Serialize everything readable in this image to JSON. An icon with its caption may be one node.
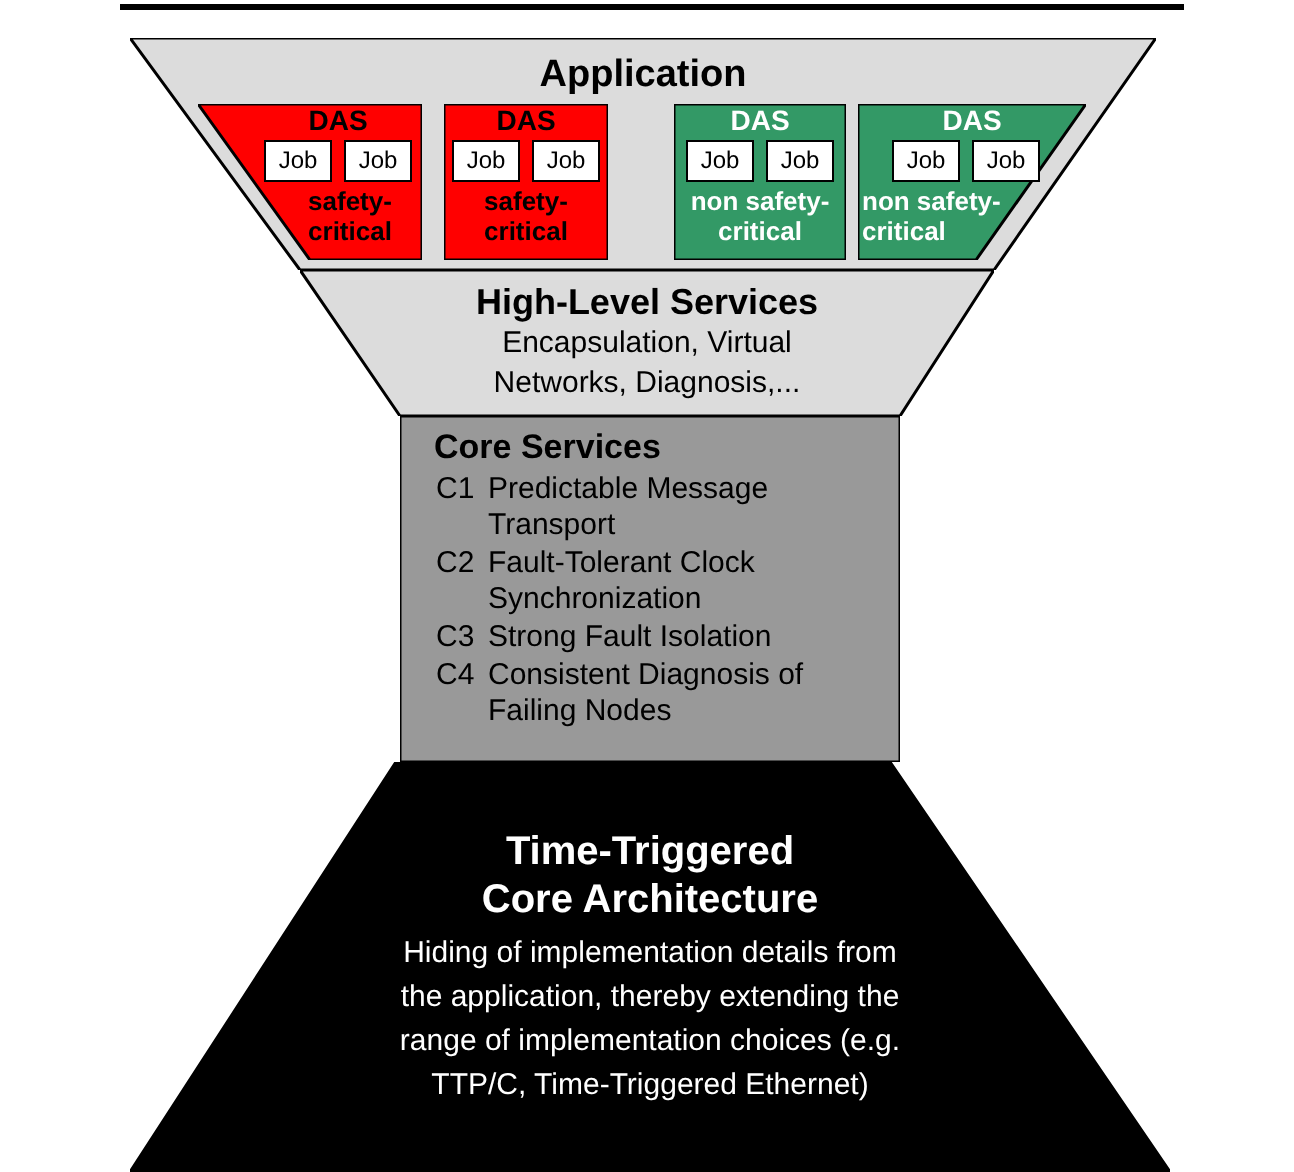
{
  "diagram": {
    "nodes": [
      {
        "text": [
          "Application"
        ]
      },
      {
        "text": [
          "DAS",
          "safety-critical"
        ],
        "in": 0
      },
      {
        "text": [
          "Job"
        ],
        "in": 1
      },
      {
        "text": [
          "Job"
        ],
        "in": 1
      },
      {
        "text": [
          "DAS",
          "safety-critical"
        ],
        "in": 0
      },
      {
        "text": [
          "Job"
        ],
        "in": 4
      },
      {
        "text": [
          "Job"
        ],
        "in": 4
      },
      {
        "text": [
          "DAS",
          "non safety-critical"
        ],
        "in": 0
      },
      {
        "text": [
          "Job"
        ],
        "in": 7
      },
      {
        "text": [
          "Job"
        ],
        "in": 7
      },
      {
        "text": [
          "DAS",
          "non safety-critical"
        ],
        "in": 0
      },
      {
        "text": [
          "Job"
        ],
        "in": 10
      },
      {
        "text": [
          "Job"
        ],
        "in": 10
      },
      {
        "text": [
          "High-Level Services",
          "Encapsulation, Virtual Networks, Diagnosis,..."
        ]
      },
      {
        "text": [
          "Core Services",
          "C1",
          "Predictable Message Transport",
          "C2",
          "Fault-Tolerant Clock Synchronization",
          "C3",
          "Strong Fault Isolation",
          "C4",
          "Consistent Diagnosis of Failing Nodes"
        ]
      },
      {
        "text": [
          "Time-Triggered Core Architecture",
          "Hiding of implementation details from the application, thereby extending the range of implementation choices (e.g. TTP/C, Time-Triggered Ethernet)"
        ]
      }
    ]
  }
}
